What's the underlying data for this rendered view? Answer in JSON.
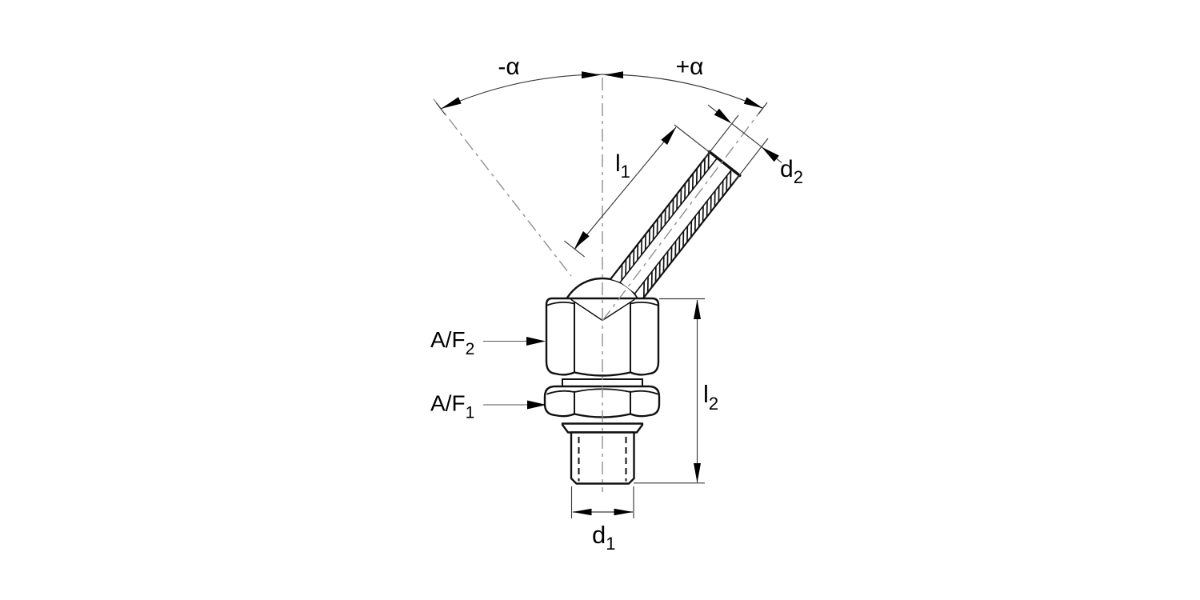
{
  "drawing": {
    "labels": {
      "alpha_minus": "-α",
      "alpha_plus": "+α",
      "l1": {
        "base": "l",
        "sub": "1"
      },
      "l2": {
        "base": "l",
        "sub": "2"
      },
      "d1": {
        "base": "d",
        "sub": "1"
      },
      "d2": {
        "base": "d",
        "sub": "2"
      },
      "af1": {
        "base": "A/F",
        "sub": "1"
      },
      "af2": {
        "base": "A/F",
        "sub": "2"
      }
    },
    "colors": {
      "background": "#ffffff",
      "outline": "#111111",
      "dimension_line": "#3a3a3a",
      "centerline": "#8f8f8f",
      "label": "#000000"
    }
  }
}
